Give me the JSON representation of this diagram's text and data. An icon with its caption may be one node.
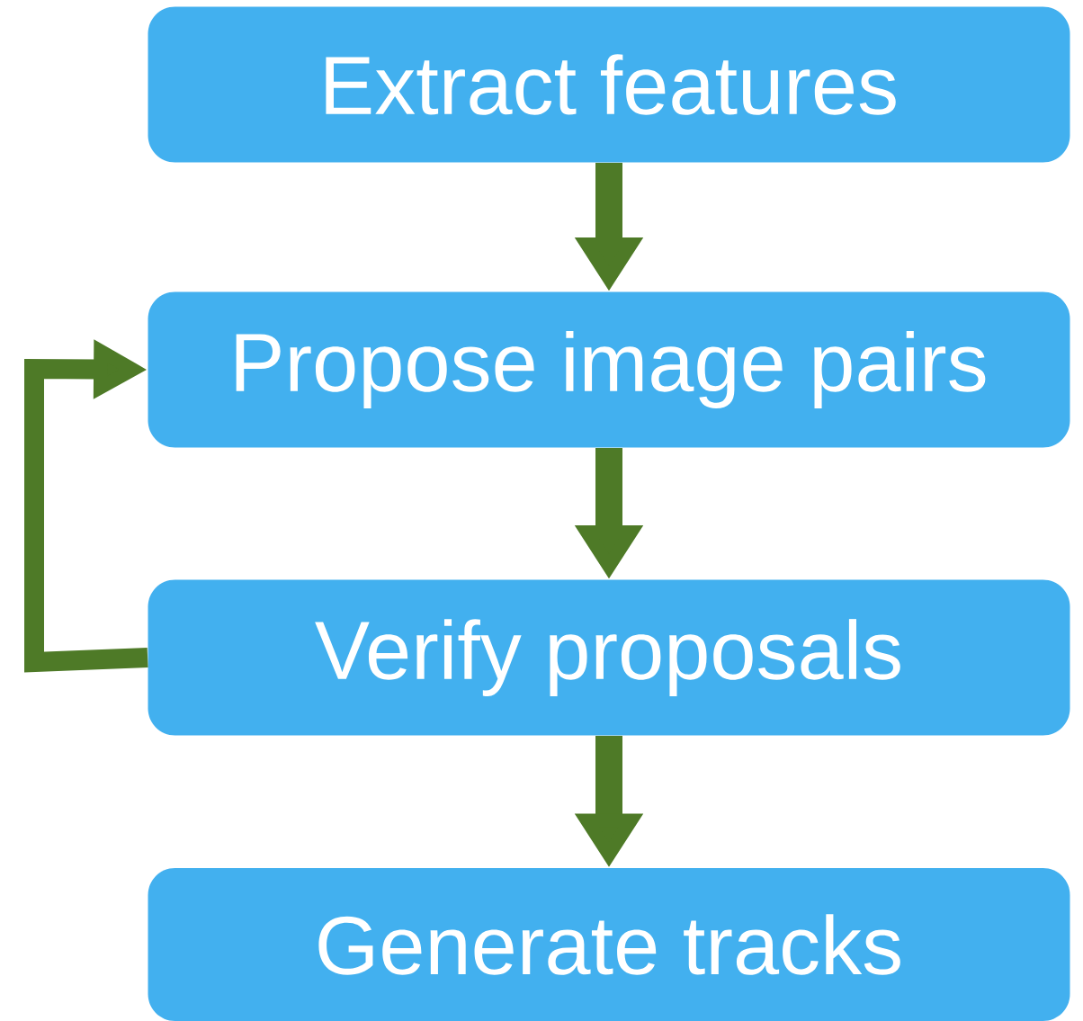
{
  "diagram": {
    "nodes": [
      {
        "text": [
          "Extract features"
        ]
      },
      {
        "text": [
          "Propose image pairs"
        ]
      },
      {
        "text": [
          "Verify proposals"
        ]
      },
      {
        "text": [
          "Generate tracks"
        ]
      }
    ],
    "edges": [
      {
        "from": 0,
        "to": 1,
        "arrow": "to"
      },
      {
        "from": 1,
        "to": 2,
        "arrow": "to"
      },
      {
        "from": 2,
        "to": 3,
        "arrow": "to"
      },
      {
        "from": 2,
        "to": 1,
        "arrow": "to"
      }
    ]
  }
}
